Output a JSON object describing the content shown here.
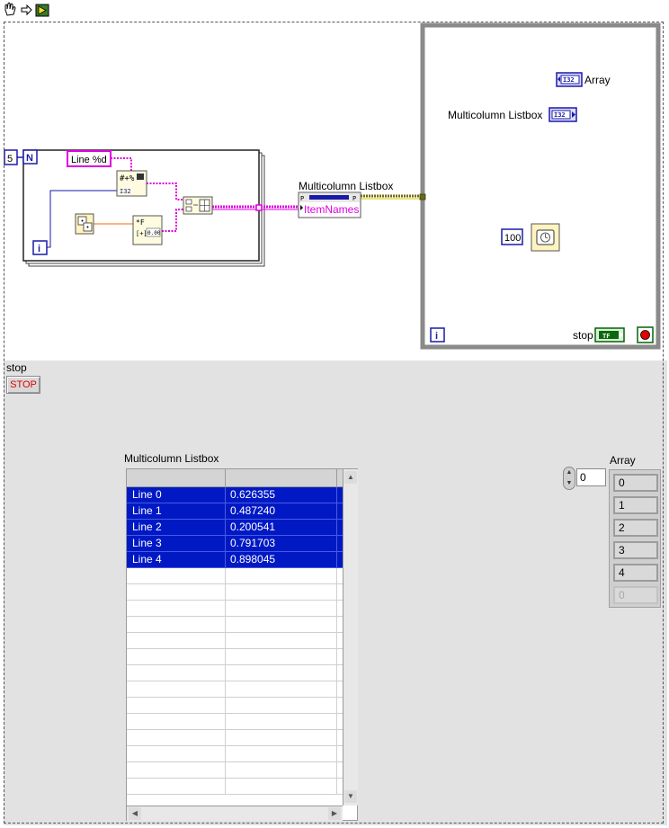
{
  "block_diagram": {
    "loop_count_constant": "5",
    "for_loop_count_terminal": "N",
    "for_loop_iteration_terminal": "i",
    "format_string_constant": "Line %d",
    "property_node_owner": "Multicolumn Listbox",
    "property_node_property": "ItemNames",
    "while_loop_iteration_terminal": "i",
    "array_indicator_label": "Array",
    "listbox_terminal_label": "Multicolumn Listbox",
    "i32_tag": "I32",
    "wait_ms_constant": "100",
    "stop_terminal_label": "stop",
    "stop_terminal_tag": "TF"
  },
  "front_panel": {
    "stop_label": "stop",
    "stop_button_text": "STOP",
    "listbox_label": "Multicolumn Listbox",
    "listbox_rows": [
      {
        "name": "Line 0",
        "value": "0.626355"
      },
      {
        "name": "Line 1",
        "value": "0.487240"
      },
      {
        "name": "Line 2",
        "value": "0.200541"
      },
      {
        "name": "Line 3",
        "value": "0.791703"
      },
      {
        "name": "Line 4",
        "value": "0.898045"
      }
    ],
    "array_label": "Array",
    "array_index": "0",
    "array_elements": [
      "0",
      "1",
      "2",
      "3",
      "4",
      "0"
    ]
  },
  "colors": {
    "selection": "#0019c4",
    "i32_wire": "#1a1aaa",
    "string_wire": "#e000e0",
    "dbl_wire": "#ff6600",
    "refnum_wire": "#6d6d00",
    "bool_wire": "#006600"
  }
}
